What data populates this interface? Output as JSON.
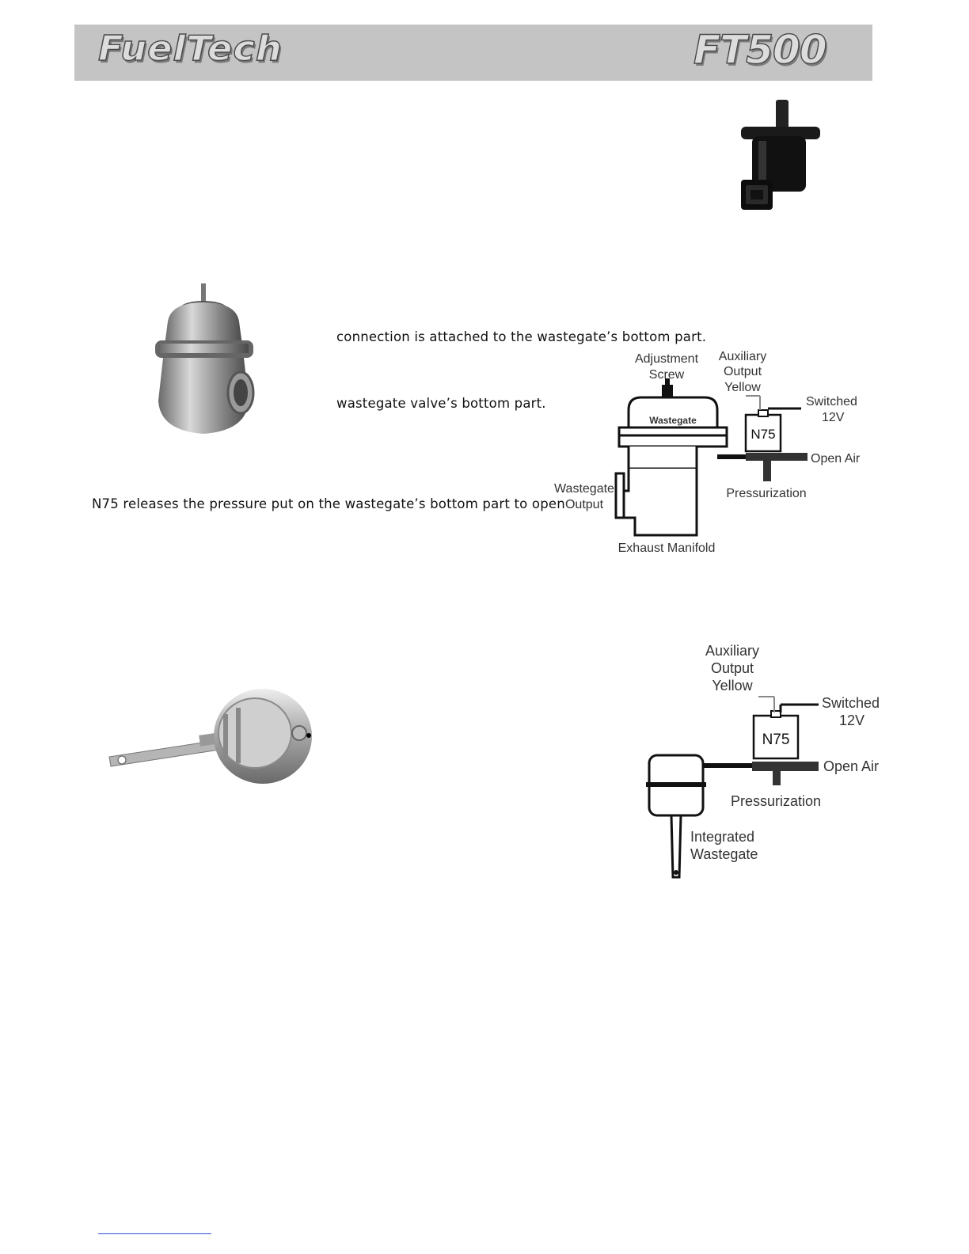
{
  "header": {
    "brand_logo_text": "FuelTech",
    "model_logo_text": "FT500",
    "background_color": "#c4c4c4"
  },
  "text": {
    "line1": "connection is attached to the wastegate’s bottom part.",
    "line2": "wastegate  valve’s  bottom  part.",
    "line3": "N75 releases the pressure put on the wastegate’s bottom part to open"
  },
  "diagram1": {
    "adjustment_screw_1": "Adjustment",
    "adjustment_screw_2": "Screw",
    "aux_output_1": "Auxiliary",
    "aux_output_2": "Output",
    "aux_output_3": "Yellow",
    "switched_1": "Switched",
    "switched_2": "12V",
    "wastegate": "Wastegate",
    "n75": "N75",
    "open_air": "Open Air",
    "pressurization": "Pressurization",
    "wastegate_output_1": "Wastegate",
    "wastegate_output_2": "Output",
    "exhaust_manifold": "Exhaust Manifold"
  },
  "diagram2": {
    "aux_output_1": "Auxiliary",
    "aux_output_2": "Output",
    "aux_output_3": "Yellow",
    "switched_1": "Switched",
    "switched_2": "12V",
    "n75": "N75",
    "open_air": "Open Air",
    "pressurization": "Pressurization",
    "integrated_1": "Integrated",
    "integrated_2": "Wastegate"
  }
}
